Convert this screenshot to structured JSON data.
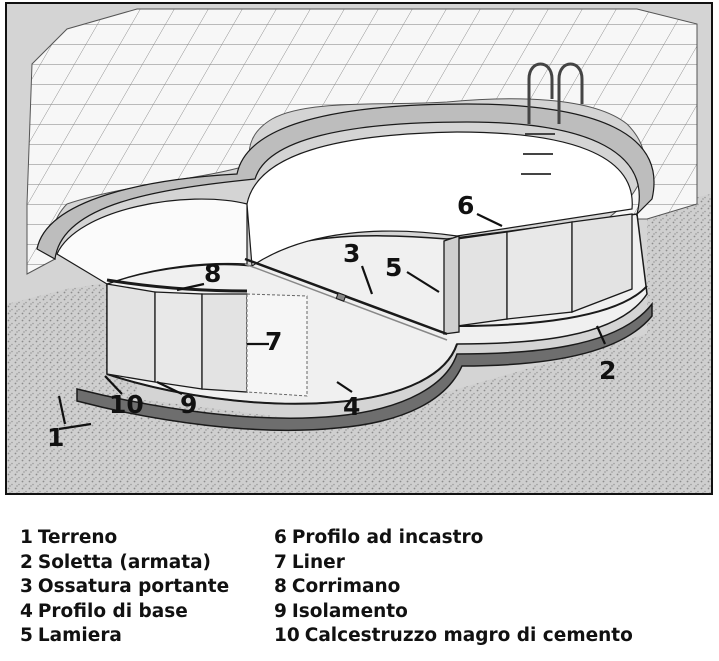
{
  "diagram": {
    "labels": [
      "1",
      "2",
      "3",
      "4",
      "5",
      "6",
      "7",
      "8",
      "9",
      "10"
    ]
  },
  "legend": {
    "items": [
      {
        "num": "1",
        "text": "Terreno"
      },
      {
        "num": "2",
        "text": "Soletta (armata)"
      },
      {
        "num": "3",
        "text": "Ossatura portante"
      },
      {
        "num": "4",
        "text": "Profilo di base"
      },
      {
        "num": "5",
        "text": "Lamiera"
      },
      {
        "num": "6",
        "text": "Profilo ad incastro"
      },
      {
        "num": "7",
        "text": "Liner"
      },
      {
        "num": "8",
        "text": "Corrimano"
      },
      {
        "num": "9",
        "text": "Isolamento"
      },
      {
        "num": "10",
        "text": "Calcestruzzo magro di cemento"
      }
    ]
  },
  "colors": {
    "paving": "#f7f7f7",
    "ground": "#c9c9c9",
    "slab": "#6e6e6e",
    "pool_floor": "#f0f0f0",
    "panel": "#e3e3e3",
    "outline": "#1a1a1a"
  }
}
